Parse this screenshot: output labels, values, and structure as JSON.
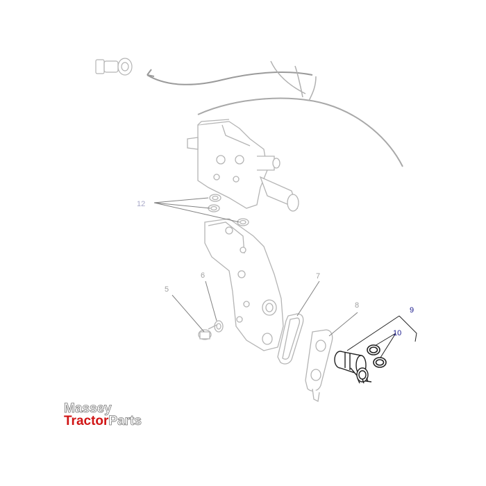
{
  "diagram": {
    "callouts": [
      {
        "id": "12",
        "label": "12",
        "color": "#a8a8c8"
      },
      {
        "id": "5",
        "label": "5",
        "color": "#a0a0a0"
      },
      {
        "id": "6",
        "label": "6",
        "color": "#a0a0a0"
      },
      {
        "id": "7",
        "label": "7",
        "color": "#a0a0a0"
      },
      {
        "id": "8",
        "label": "8",
        "color": "#a0a0a0"
      },
      {
        "id": "9",
        "label": "9",
        "color": "#1a1a8c"
      },
      {
        "id": "10",
        "label": "10",
        "color": "#1a1a8c"
      }
    ],
    "colors": {
      "faded_line": "#b4b4b4",
      "dark_line": "#202020",
      "accent_arrow": "#8a8a8a"
    }
  },
  "logo": {
    "line1": "Massey",
    "line2_red": "Tractor",
    "line2_grey": "Parts",
    "red": "#d01414",
    "grey": "#666666"
  }
}
